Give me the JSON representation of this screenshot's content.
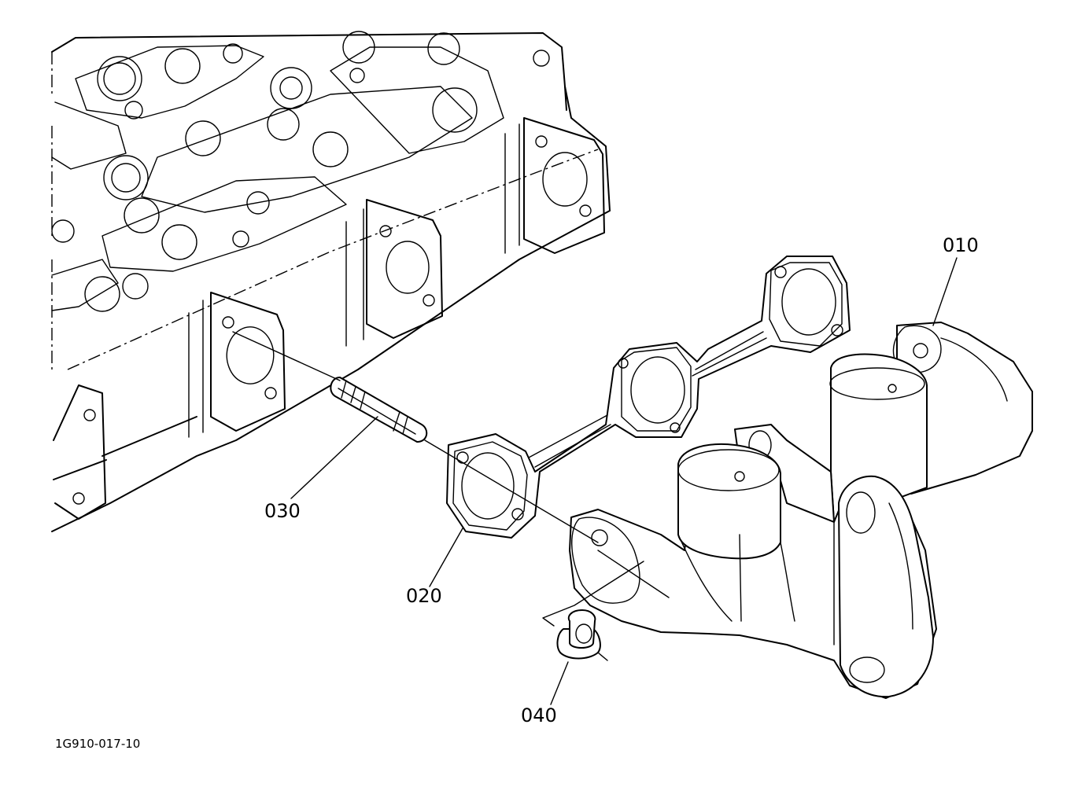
{
  "diagram": {
    "parts": [
      {
        "id": "p010",
        "label": "010",
        "name": "exhaust-manifold"
      },
      {
        "id": "p020",
        "label": "020",
        "name": "manifold-gasket"
      },
      {
        "id": "p030",
        "label": "030",
        "name": "stud-bolt"
      },
      {
        "id": "p040",
        "label": "040",
        "name": "flange-nut"
      }
    ],
    "figure_code": "1G910-017-10"
  }
}
